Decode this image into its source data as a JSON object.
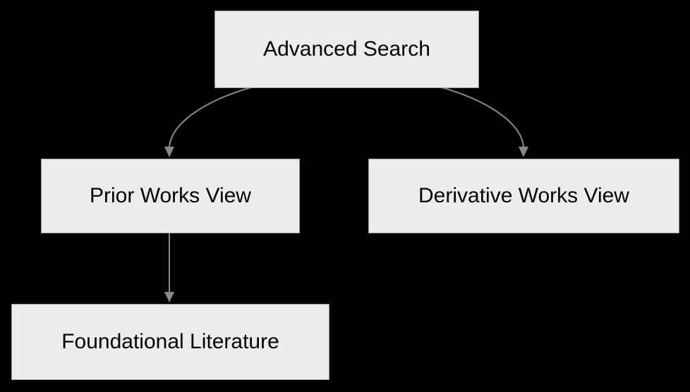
{
  "diagram": {
    "type": "flowchart",
    "direction": "top-down",
    "background_color": "#000000",
    "node_fill_color": "#ececec",
    "node_border_color": "#9a9a9a",
    "node_text_color": "#000000",
    "edge_color": "#888888",
    "nodes": [
      {
        "id": "advanced-search",
        "label": "Advanced Search"
      },
      {
        "id": "prior-works-view",
        "label": "Prior Works View"
      },
      {
        "id": "derivative-works-view",
        "label": "Derivative Works View"
      },
      {
        "id": "foundational-literature",
        "label": "Foundational Literature"
      }
    ],
    "edges": [
      {
        "id": "edge-advanced-search-to-prior-works-view",
        "from": "advanced-search",
        "to": "prior-works-view",
        "arrow": "end"
      },
      {
        "id": "edge-advanced-search-to-derivative-works-view",
        "from": "advanced-search",
        "to": "derivative-works-view",
        "arrow": "end"
      },
      {
        "id": "edge-prior-works-view-to-foundational-literature",
        "from": "prior-works-view",
        "to": "foundational-literature",
        "arrow": "end"
      }
    ]
  }
}
